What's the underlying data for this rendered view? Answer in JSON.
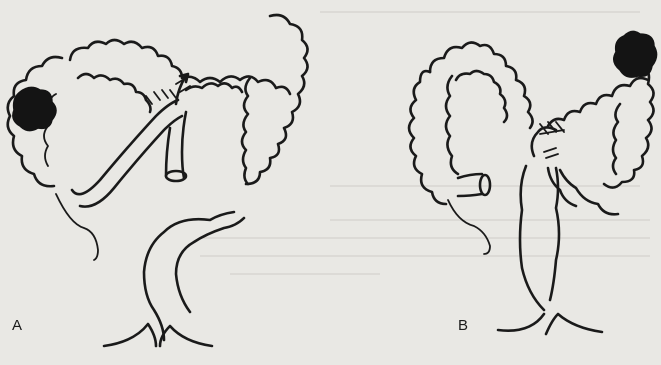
{
  "figure": {
    "panels": [
      {
        "id": "A",
        "label": "A"
      },
      {
        "id": "B",
        "label": "B"
      }
    ],
    "colors": {
      "paper": "#e9e8e4",
      "ink": "#1a1a1a",
      "lesion": "#141414"
    }
  }
}
